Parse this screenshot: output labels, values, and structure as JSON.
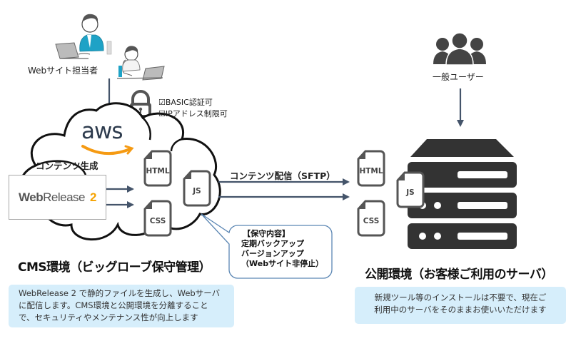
{
  "left": {
    "operator_label": "Webサイト担当者",
    "security": [
      "☑BASIC認証可",
      "☑IPアドレス制限可"
    ],
    "cloud_provider": "aws",
    "content_generation_label": "コンテンツ生成",
    "cms_product": {
      "name_bold": "Web",
      "name_regular": "Release",
      "version": "2"
    },
    "files": [
      "HTML",
      "JS",
      "CSS"
    ],
    "title": "CMS環境（ビッグローブ保守管理）",
    "note": [
      "WebRelease 2 で静的ファイルを生成し、Webサーバ",
      "に配信します。CMS環境と公開環境を分離すること",
      "で、セキュリティやメンテナンス性が向上します"
    ]
  },
  "middle": {
    "transfer_label": "コンテンツ配信（SFTP）",
    "maintenance": [
      "【保守内容】",
      "定期バックアップ",
      "バージョンアップ",
      "（Webサイト非停止）"
    ]
  },
  "right": {
    "users_label": "一般ユーザー",
    "files": [
      "HTML",
      "JS",
      "CSS"
    ],
    "title": "公開環境（お客様ご利用のサーバ）",
    "note": [
      "新規ツール等のインストールは不要で、現在ご",
      "利用中のサーバをそのままお使いいただけます"
    ]
  },
  "colors": {
    "arrow": "#44546a",
    "note_bg": "#d6eefb",
    "aws_orange": "#f59a12",
    "server_dark": "#333333",
    "teal": "#1ea2c6"
  }
}
